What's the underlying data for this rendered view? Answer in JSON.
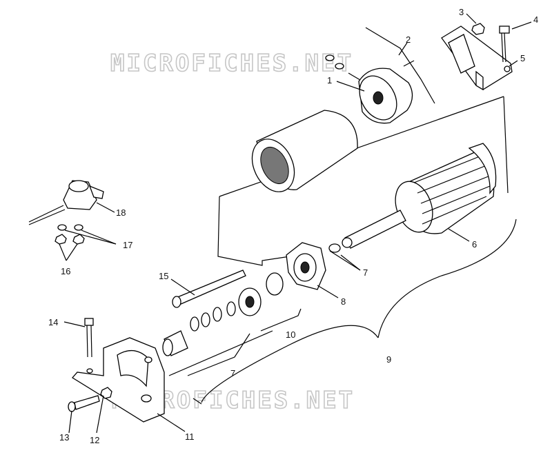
{
  "watermark": {
    "top": "MICROFICHES.NET",
    "bottom": "MICROFICHES.NET"
  },
  "callouts": [
    {
      "id": "c1",
      "text": "1"
    },
    {
      "id": "c2",
      "text": "2"
    },
    {
      "id": "c3",
      "text": "3"
    },
    {
      "id": "c4",
      "text": "4"
    },
    {
      "id": "c5",
      "text": "5"
    },
    {
      "id": "c6",
      "text": "6"
    },
    {
      "id": "c7a",
      "text": "7"
    },
    {
      "id": "c7b",
      "text": "7"
    },
    {
      "id": "c8",
      "text": "8"
    },
    {
      "id": "c9",
      "text": "9"
    },
    {
      "id": "c10",
      "text": "10"
    },
    {
      "id": "c11",
      "text": "11"
    },
    {
      "id": "c12",
      "text": "12"
    },
    {
      "id": "c13",
      "text": "13"
    },
    {
      "id": "c14",
      "text": "14"
    },
    {
      "id": "c15",
      "text": "15"
    },
    {
      "id": "c16",
      "text": "16"
    },
    {
      "id": "c17",
      "text": "17"
    },
    {
      "id": "c18",
      "text": "18"
    }
  ]
}
